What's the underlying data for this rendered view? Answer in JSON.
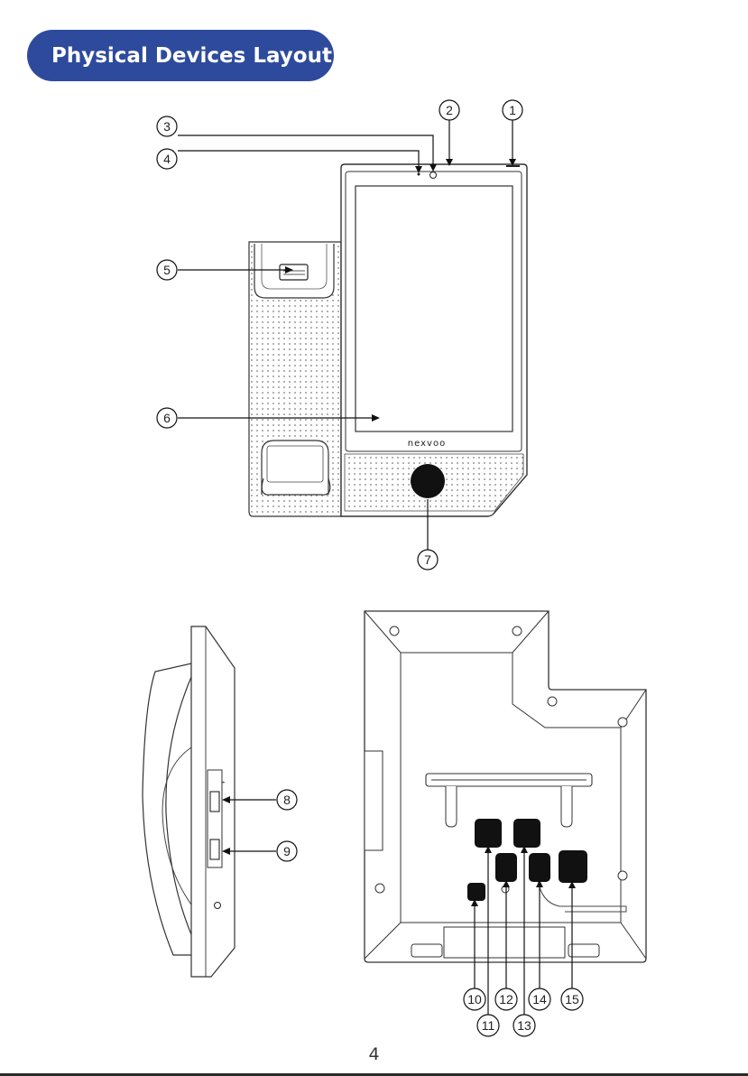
{
  "header": {
    "title": "Physical Devices Layout",
    "accent_color": "#2e4a9c"
  },
  "device": {
    "brand": "nexvoo"
  },
  "callouts": [
    "1",
    "2",
    "3",
    "4",
    "5",
    "6",
    "7",
    "8",
    "9",
    "10",
    "11",
    "12",
    "13",
    "14",
    "15"
  ],
  "page": {
    "number": "4"
  }
}
